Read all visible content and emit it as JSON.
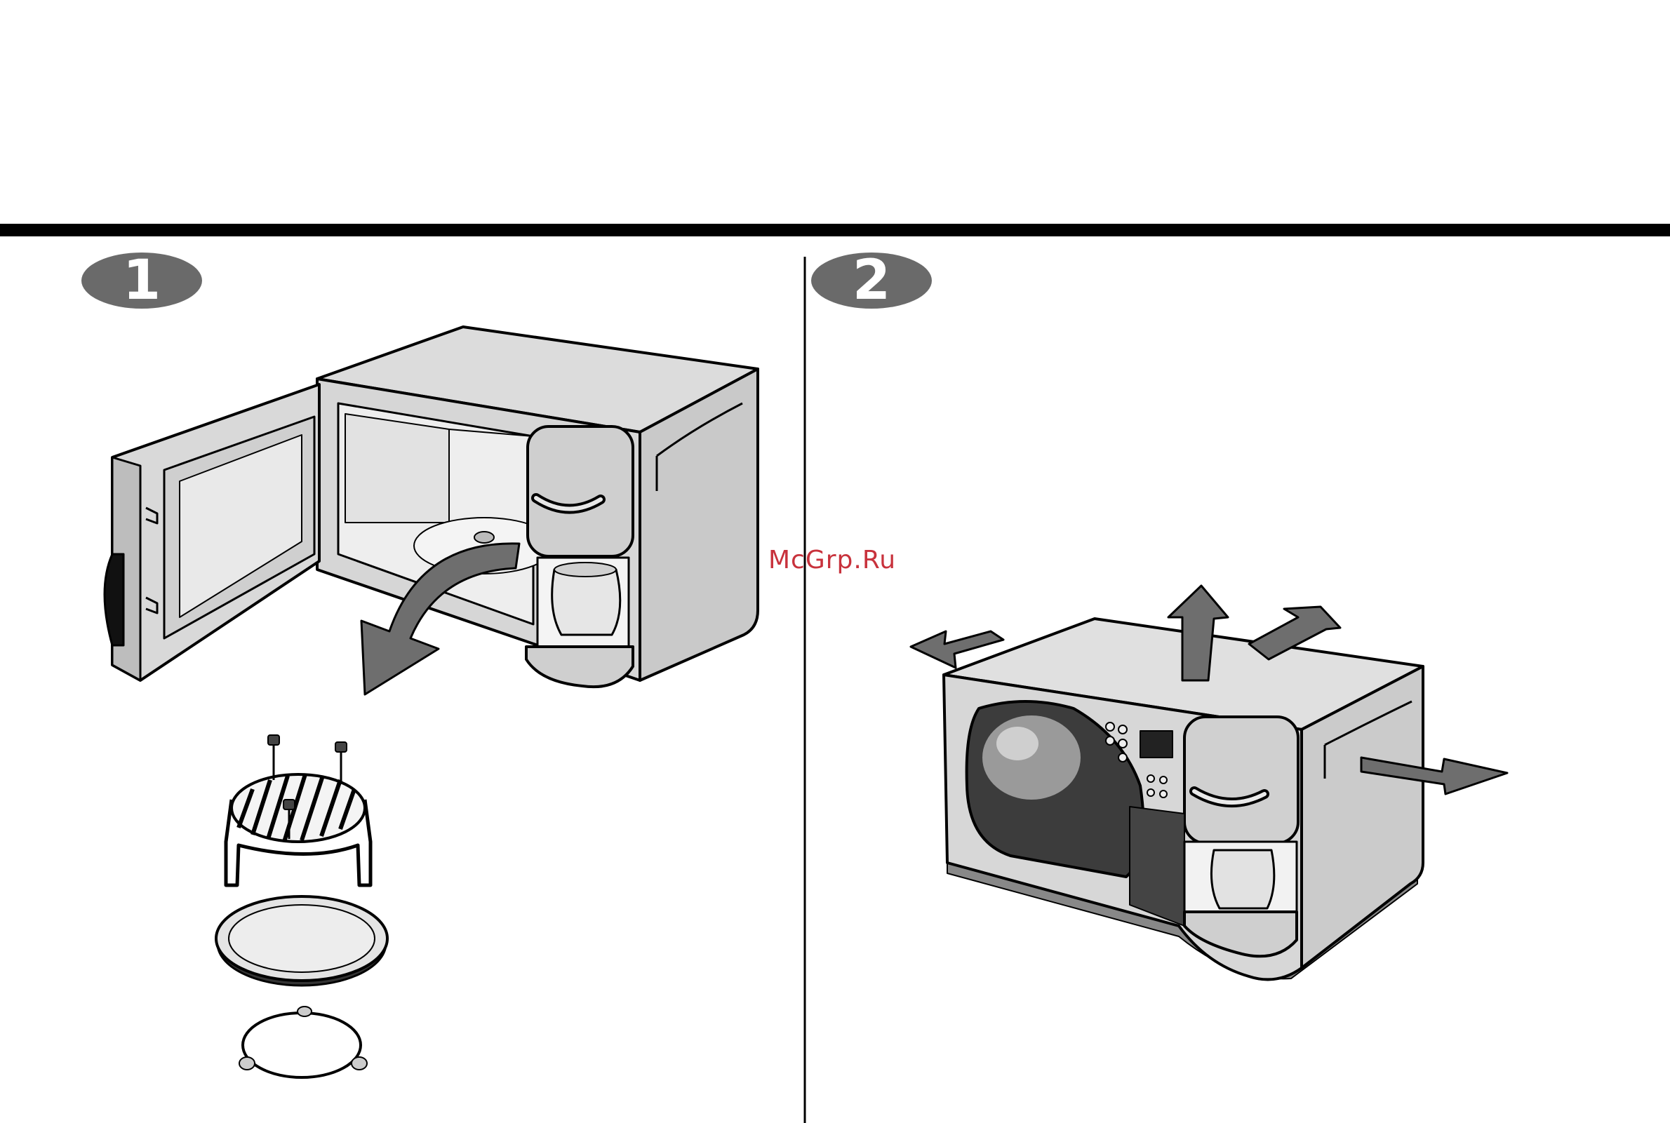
{
  "steps": [
    {
      "number": "1"
    },
    {
      "number": "2"
    }
  ],
  "watermark": {
    "text": "McGrp.Ru"
  },
  "colors": {
    "ink": "#000000",
    "body_grey": "#d6d6d6",
    "arrow_grey": "#6e6e6e",
    "badge_grey": "#6a6a6a",
    "watermark": "#c8323c"
  },
  "illustrations": [
    {
      "name": "open-microwave-remove-turntable",
      "step": "1"
    },
    {
      "name": "microwave-ventilation-clearance",
      "step": "2"
    }
  ]
}
